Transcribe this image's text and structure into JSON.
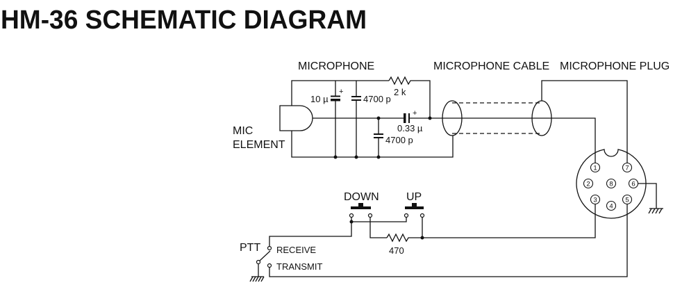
{
  "title": "HM-36 SCHEMATIC DIAGRAM",
  "colors": {
    "ink": "#111111",
    "background": "#ffffff"
  },
  "sections": {
    "microphone": "MICROPHONE",
    "cable": "MICROPHONE CABLE",
    "plug": "MICROPHONE PLUG"
  },
  "mic_element": {
    "label_line1": "MIC",
    "label_line2": "ELEMENT"
  },
  "components": {
    "cap_10u": {
      "value": "10 µ",
      "polarity": "+"
    },
    "cap_4700p_upper": {
      "value": "4700 p"
    },
    "res_2k": {
      "value": "2 k"
    },
    "cap_033u": {
      "value": "0.33 µ",
      "polarity": "+"
    },
    "cap_4700p_lower": {
      "value": "4700 p"
    },
    "res_470": {
      "value": "470"
    }
  },
  "switches": {
    "down": {
      "label": "DOWN"
    },
    "up": {
      "label": "UP"
    },
    "ptt": {
      "label": "PTT",
      "receive": "RECEIVE",
      "transmit": "TRANSMIT"
    }
  },
  "plug_pins": [
    "1",
    "2",
    "3",
    "4",
    "5",
    "6",
    "7",
    "8"
  ]
}
